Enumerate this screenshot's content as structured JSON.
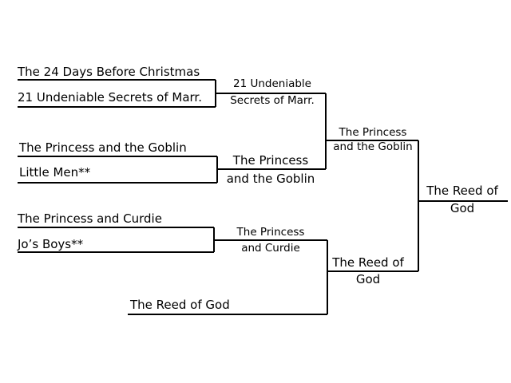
{
  "round1": {
    "entry1": "The 24 Days Before Christmas",
    "entry2": "21 Undeniable Secrets of Marr.",
    "entry3": "The Princess and the Goblin",
    "entry4": "Little Men**",
    "entry5": "The Princess and Curdie",
    "entry6": "Jo’s Boys**",
    "entry7": "The Reed of God"
  },
  "round2": {
    "winner1": {
      "line1": "21 Undeniable",
      "line2": "Secrets of Marr."
    },
    "winner2": {
      "line1": "The Princess",
      "line2": "and the Goblin"
    },
    "winner3": {
      "line1": "The Princess",
      "line2": "and Curdie"
    }
  },
  "round3": {
    "winner1": {
      "line1": "The Princess",
      "line2": "and the Goblin"
    },
    "winner2": {
      "line1": "The Reed of",
      "line2": "God"
    }
  },
  "final": {
    "line1": "The Reed of",
    "line2": "God"
  },
  "line_color": "#000000"
}
